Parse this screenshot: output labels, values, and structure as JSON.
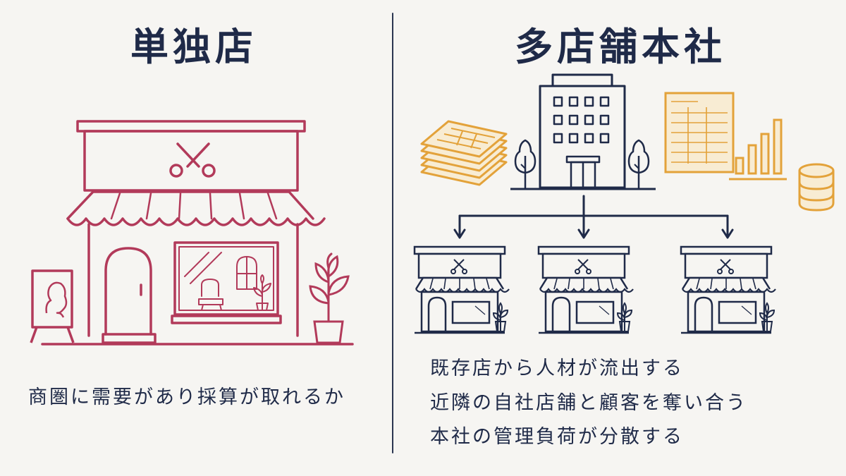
{
  "left": {
    "title": "単独店",
    "caption": "商圏に需要があり採算が取れるか"
  },
  "right": {
    "title": "多店舗本社",
    "points": [
      "既存店から人材が流出する",
      "近隣の自社店舗と顧客を奪い合う",
      "本社の管理負荷が分散する"
    ]
  },
  "colors": {
    "navy": "#1f2a48",
    "crimson": "#b23a5a",
    "amber": "#e3a23a",
    "background": "#f6f5f2"
  },
  "icons": [
    "scissors-icon",
    "storefront-icon",
    "office-building-icon",
    "tree-icon",
    "document-stack-icon",
    "spreadsheet-icon",
    "bar-chart-icon",
    "database-icon",
    "arrow-down-icon",
    "potted-plant-icon",
    "salon-sign-icon"
  ]
}
